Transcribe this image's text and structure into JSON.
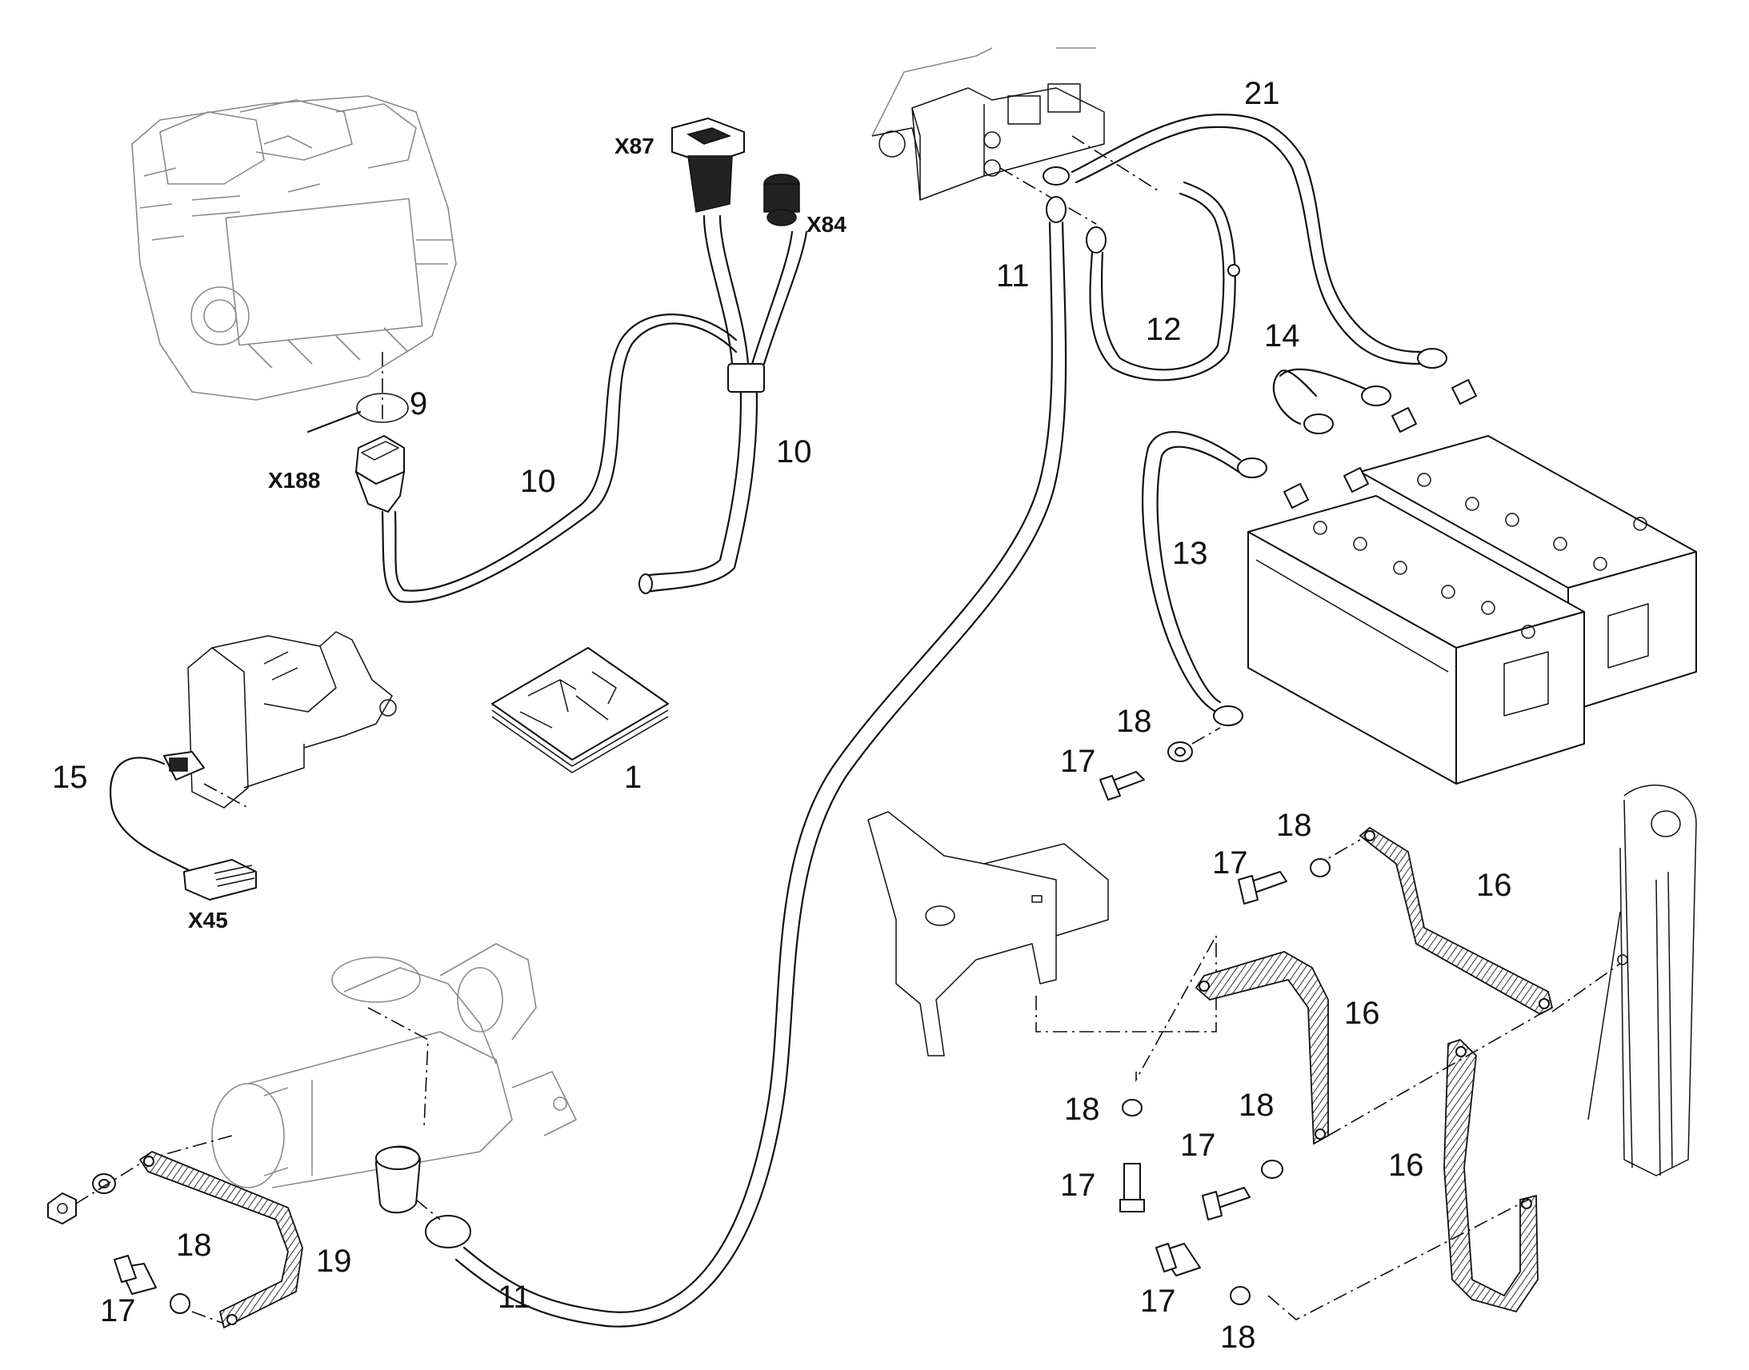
{
  "callouts": {
    "c1": "1",
    "c9": "9",
    "c10a": "10",
    "c10b": "10",
    "c11a": "11",
    "c11b": "11",
    "c12": "12",
    "c13": "13",
    "c14": "14",
    "c15": "15",
    "c16a": "16",
    "c16b": "16",
    "c16c": "16",
    "c17a": "17",
    "c17b": "17",
    "c17c": "17",
    "c17d": "17",
    "c17e": "17",
    "c17f": "17",
    "c18a": "18",
    "c18b": "18",
    "c18c": "18",
    "c18d": "18",
    "c18e": "18",
    "c18f": "18",
    "c19": "19",
    "c21": "21"
  },
  "connectors": {
    "x87": "X87",
    "x84": "X84",
    "x188": "X188",
    "x45": "X45"
  }
}
